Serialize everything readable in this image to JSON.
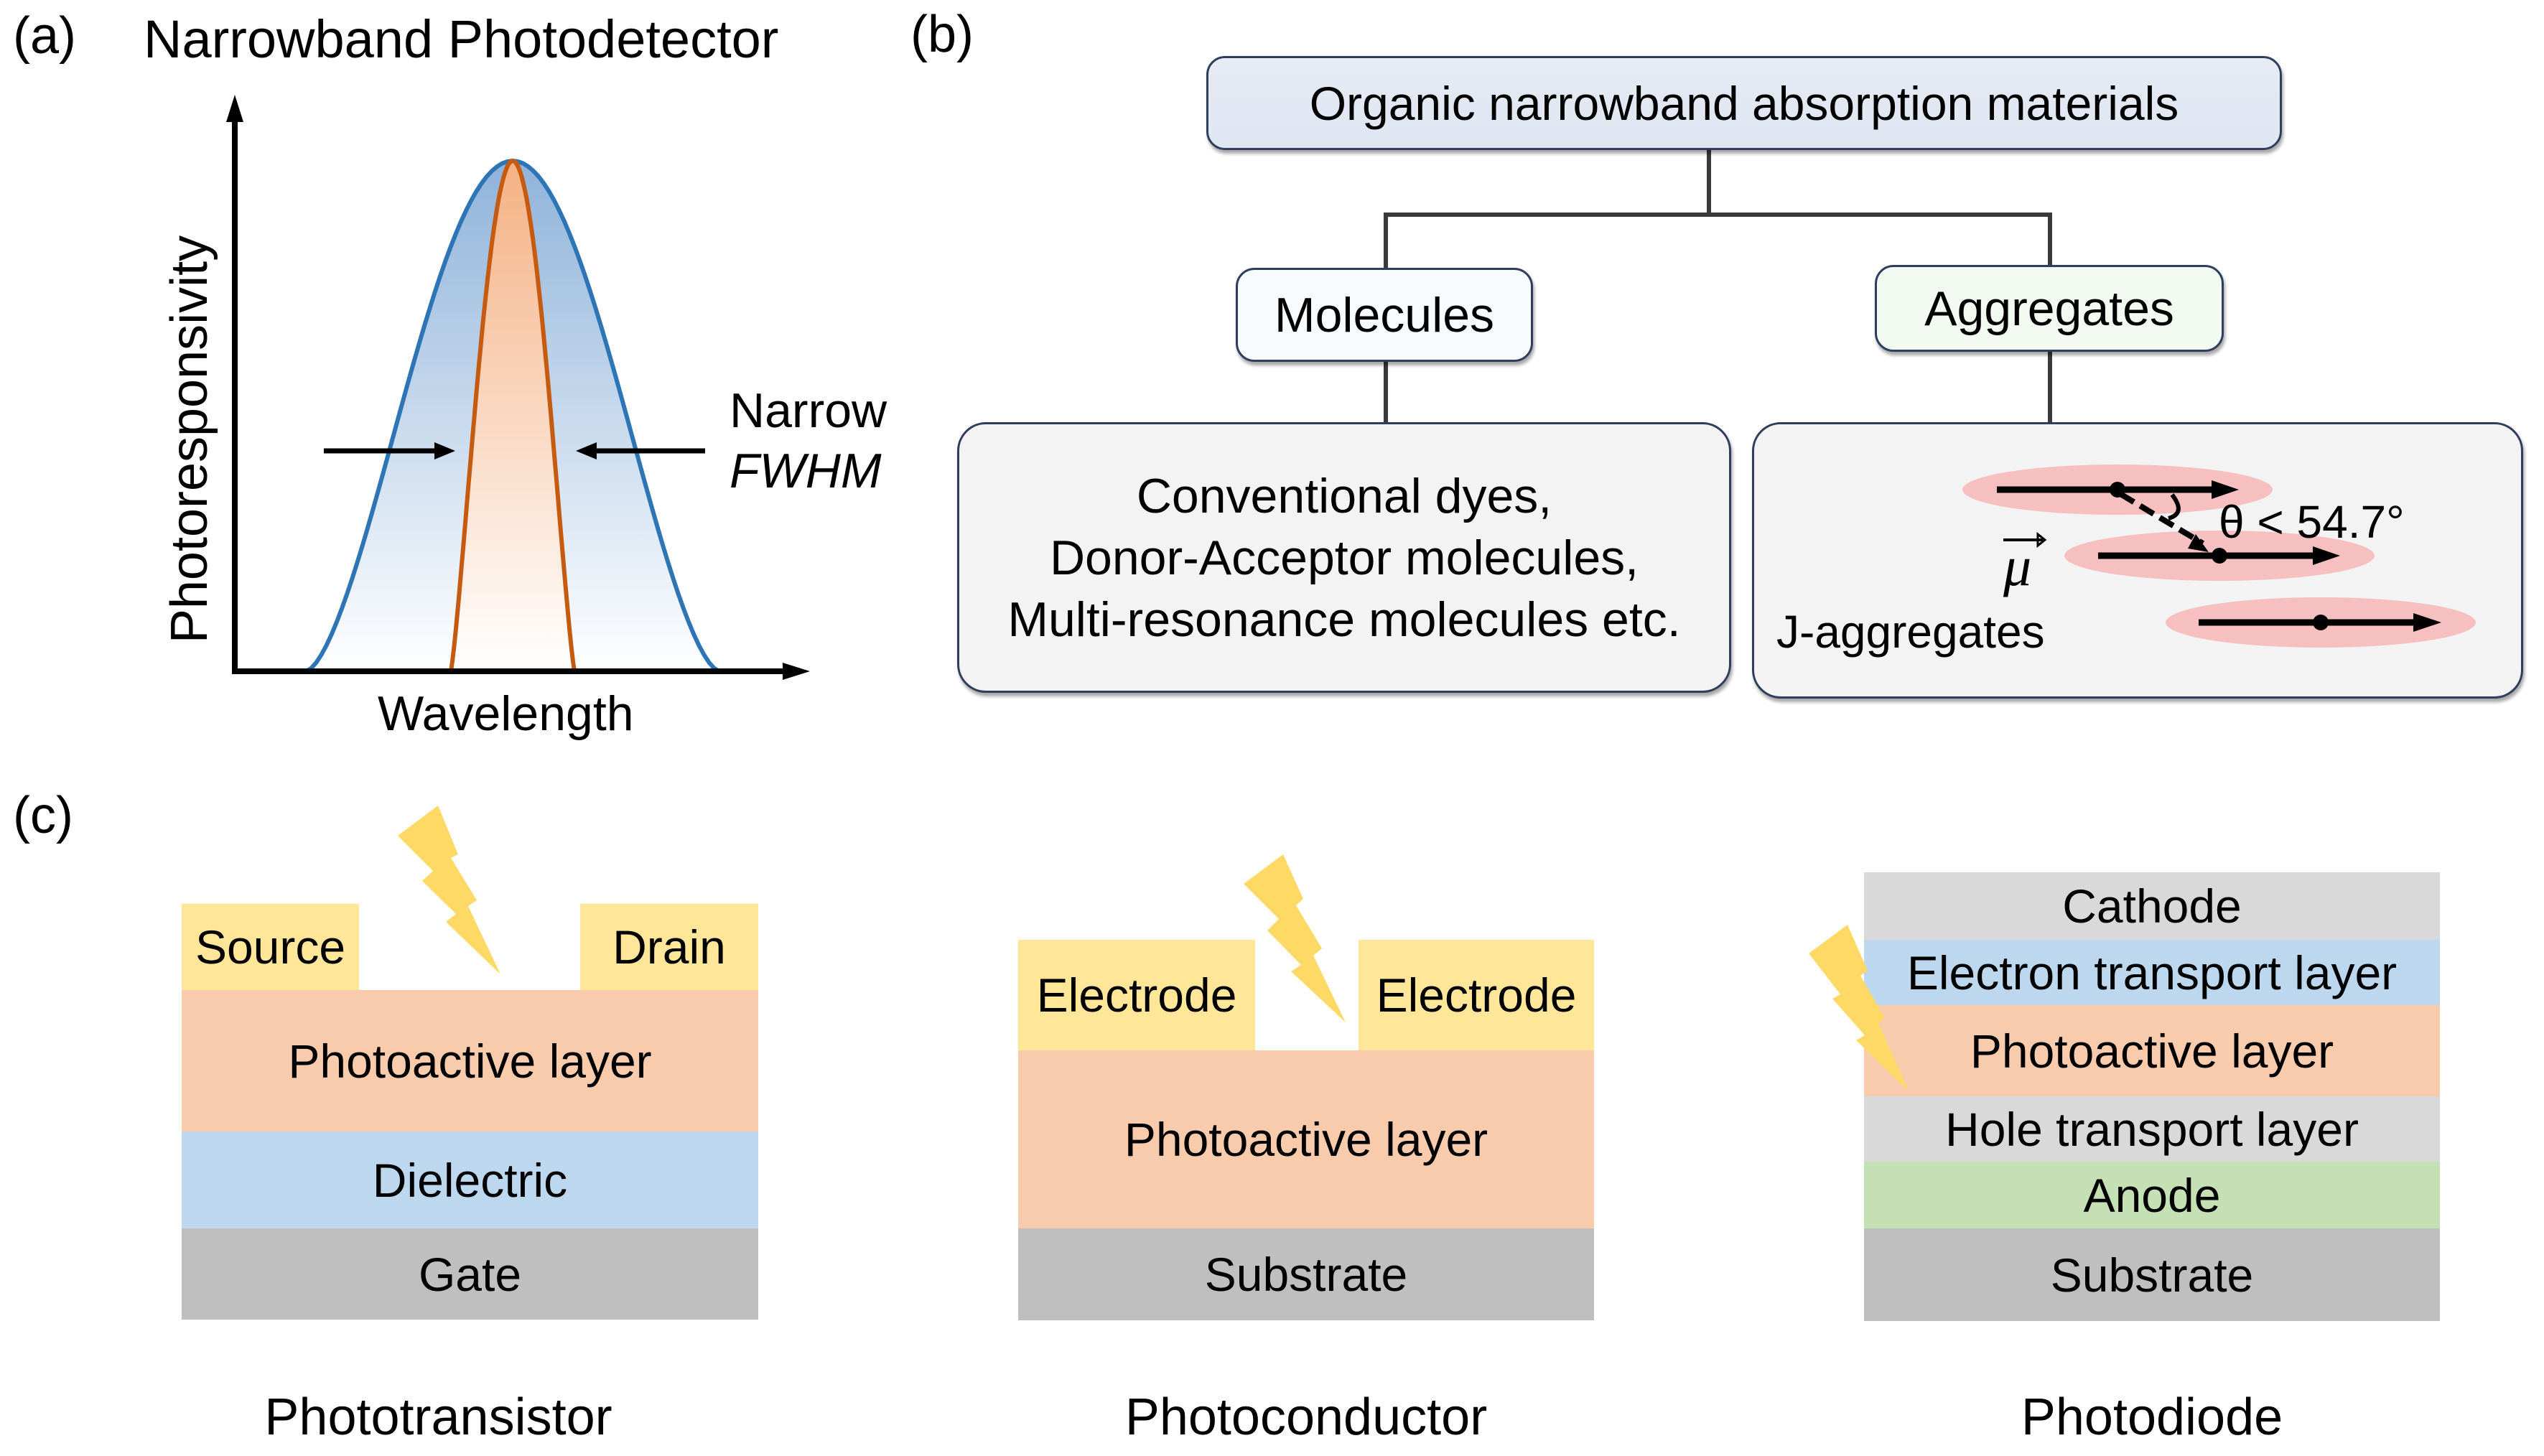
{
  "panel_a": {
    "label": "(a)",
    "title": "Narrowband Photodetector",
    "y_axis_label": "Photoresponsivity",
    "x_axis_label": "Wavelength",
    "annotation_line1": "Narrow",
    "annotation_line2": "FWHM",
    "colors": {
      "broad_curve": "#2E75B6",
      "narrow_curve": "#C55A11",
      "broad_fill_top": "#8FB3DA",
      "narrow_fill_top": "#F4B183"
    }
  },
  "panel_b": {
    "label": "(b)",
    "root": "Organic narrowband absorption materials",
    "branches": [
      {
        "label": "Molecules",
        "detail_lines": [
          "Conventional dyes,",
          "Donor-Acceptor molecules,",
          "Multi-resonance molecules etc."
        ]
      },
      {
        "label": "Aggregates",
        "detail_label": "J-aggregates",
        "dipole_symbol": "μ",
        "angle_text": "θ < 54.7°"
      }
    ]
  },
  "panel_c": {
    "label": "(c)",
    "devices": [
      {
        "name": "Phototransistor",
        "contacts": [
          "Source",
          "Drain"
        ],
        "layers": [
          "Photoactive layer",
          "Dielectric",
          "Gate"
        ]
      },
      {
        "name": "Photoconductor",
        "contacts": [
          "Electrode",
          "Electrode"
        ],
        "layers": [
          "Photoactive layer",
          "Substrate"
        ]
      },
      {
        "name": "Photodiode",
        "layers": [
          "Cathode",
          "Electron transport layer",
          "Photoactive layer",
          "Hole transport layer",
          "Anode",
          "Substrate"
        ]
      }
    ],
    "colors": {
      "electrode": "#FFE699",
      "photoactive": "#F8CBAD",
      "dielectric": "#BDD7EE",
      "gray_dark": "#BFBFBF",
      "gray_light": "#D9D9D9",
      "anode": "#C5E0B4",
      "bolt": "#FFD966"
    }
  }
}
